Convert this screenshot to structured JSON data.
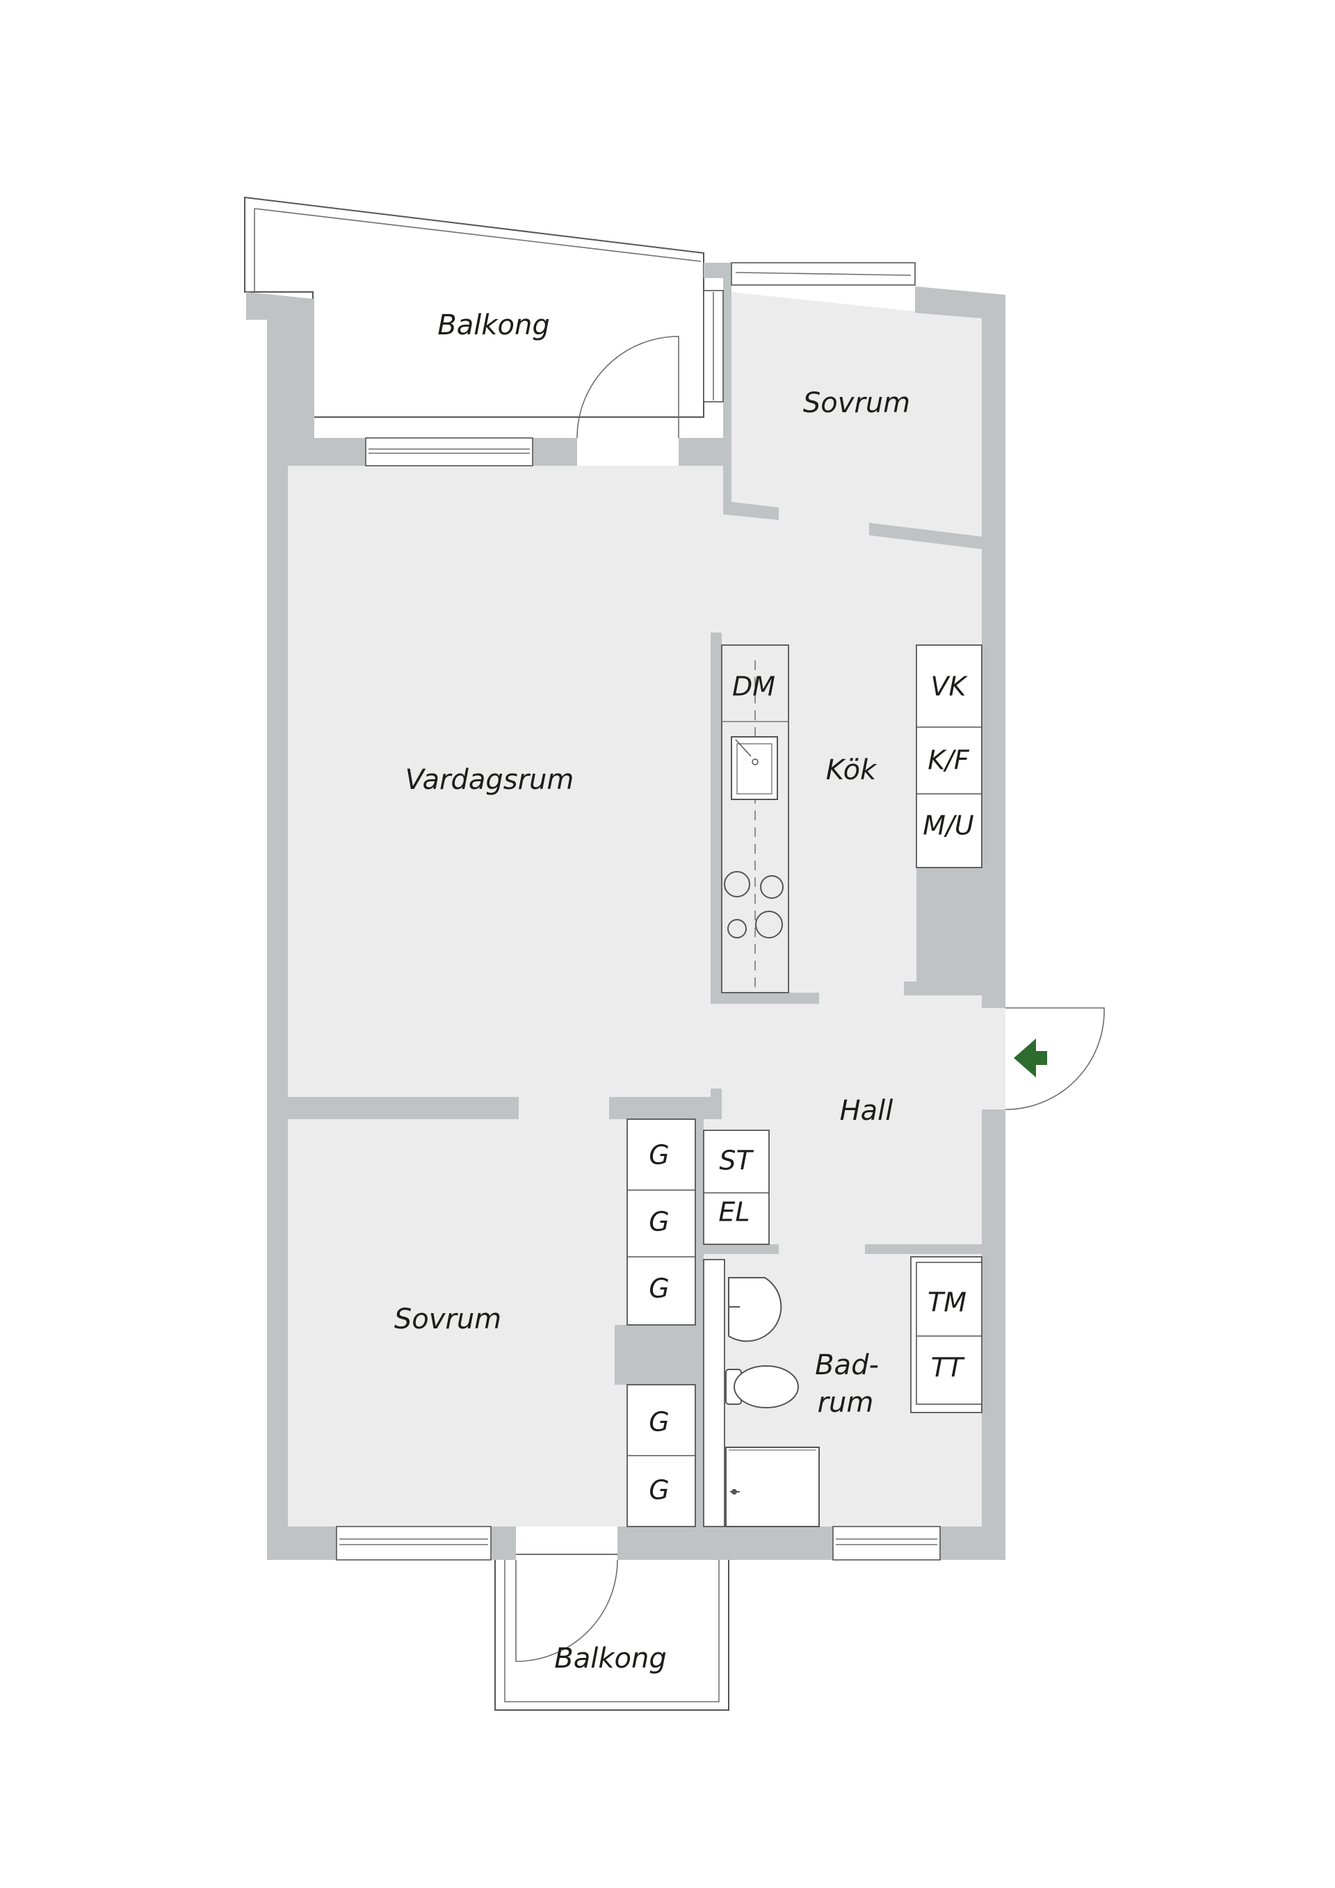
{
  "colors": {
    "wall": "#bfc3c4",
    "floor": "#ececec",
    "entry_arrow": "#2e6b2e"
  },
  "rooms": {
    "balcony_top": "Balkong",
    "bedroom_top": "Sovrum",
    "living": "Vardagsrum",
    "kitchen": "Kök",
    "hall": "Hall",
    "bedroom_bottom": "Sovrum",
    "bath_line1": "Bad-",
    "bath_line2": "rum",
    "balcony_bottom": "Balkong"
  },
  "fixtures": {
    "dishwasher": "DM",
    "oven": "VK",
    "fridge_freezer": "K/F",
    "microwave": "M/U",
    "storage": "ST",
    "electrical": "EL",
    "washer": "TM",
    "dryer": "TT",
    "wardrobes": [
      "G",
      "G",
      "G",
      "G",
      "G"
    ]
  },
  "icons": {
    "entry": "entry-arrow-icon"
  }
}
